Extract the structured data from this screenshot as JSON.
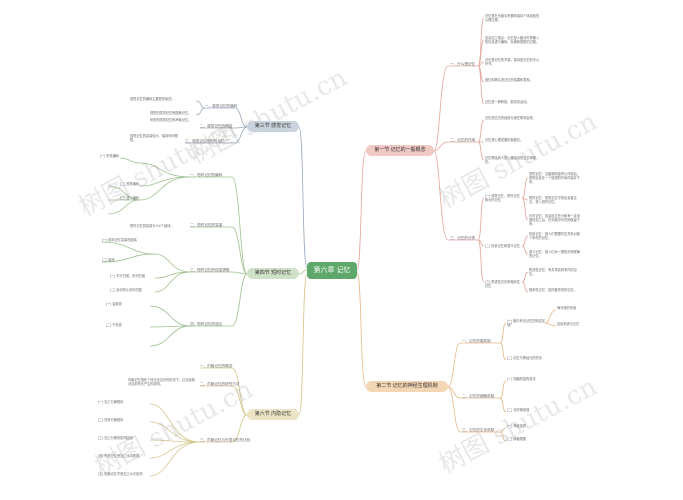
{
  "center": "第六章 记忆",
  "branches": {
    "b1": "第一节 记忆的一般概念",
    "b2": "第二节 记忆的神经生理机制",
    "b3": "第三节 感觉记忆",
    "b4": "第四节 短时记忆",
    "b5": "第六节 内隐记忆"
  },
  "b1_subs": {
    "s1": "一、什么是记忆",
    "s2": "二、记忆的作用",
    "s3": "三、记忆的分类"
  },
  "b1_leaves": {
    "l1": "记忆是在头脑中积累和保持个体经验的心理过程。",
    "l2": "信息加工观点：记忆是人脑对外界输入的信息进行编码、存储和提取的过程。",
    "l3": "识记是记忆的开端，保持是记忆的中心环节。",
    "l4": "回忆和再认是记忆的结果和表现。",
    "l5": "记忆是一种积极、能动的活动。",
    "l6": "记忆把过去的经验与现在联系起来。",
    "l7": "记忆是心理发展的奠基石。",
    "l8": "记忆联结着人的心理活动的过去和现在。",
    "l9": "(一) 感觉记忆、短时记忆和长时记忆",
    "l10": "(二) 情景记忆和语义记忆",
    "l11": "(三) 陈述性记忆和程序性记忆",
    "l12": "感觉记忆：当客观刺激停止作用后，感觉信息在一个极短的时间内保存下来。",
    "l13": "短时记忆：感觉记忆中的信息被注意，进入短时记忆。",
    "l14": "长时记忆：信息经过充分和有一定深度的加工后，在头脑中长时间保留下来。",
    "l15": "情景记忆：指人们根据时空关系对某个事件的记忆。",
    "l16": "语义记忆：指人们对一般知识和规律的记忆。",
    "l17": "陈述性记忆：有关事实和事件的记忆。",
    "l18": "程序性记忆：如何做事情的记忆。"
  },
  "b2_subs": {
    "s1": "一、记忆的脑机制",
    "s2": "二、记忆的细胞机制",
    "s3": "三、记忆的生化机制"
  },
  "b2_leaves": {
    "l1": "(一) 脑中有无记忆的特定区域？",
    "l2": "海马体的作用",
    "l3": "边缘系统与记忆",
    "l4": "(二) 记忆与神经元的关系",
    "l5": "(一) 突触的结构变化",
    "l6": "(二) 长时程增强",
    "l7": "(一) 神经递质",
    "l8": "(二) 核糖核酸"
  },
  "b3_subs": {
    "s1": "一、感觉记忆的编码",
    "s2": "二、感觉记忆的特征",
    "s3": "三、感觉记忆与短时记忆"
  },
  "b3_leaves": {
    "l1": "感觉记忆的编码主要是形象的。",
    "l2": "视觉的感觉记忆称图像记忆。",
    "l3": "听觉的感觉记忆称声像记忆。",
    "l4": "感觉记忆的容量较大，保持时间很短。"
  },
  "b4_subs": {
    "s1": "一、短时记忆的编码",
    "s2": "二、短时记忆的容量",
    "s3": "三、短时记忆的信息提取",
    "s4": "四、短时记忆的遗忘"
  },
  "b4_leaves": {
    "l1": "(一) 听觉编码",
    "l2": "(二) 视觉编码",
    "l3": "(三) 语义编码",
    "l4": "短时记忆的容量为7±2个组块。",
    "l5": "(一) 影响记忆容量的因素",
    "l6": "(二) 组块",
    "l7": "(一) 平行扫描、系列扫描",
    "l8": "(二) 自动停止系列扫描",
    "l9": "(一) 衰退说",
    "l10": "(二) 干扰说"
  },
  "b5_subs": {
    "s1": "一、内隐记忆的概念",
    "s2": "二、内隐记忆的研究方法",
    "s3": "三、内隐记忆与外显记忆的比较"
  },
  "b5_leaves": {
    "l1": "内隐记忆指在个体无法意识的情况下，过去经验对当前作业产生的影响。",
    "l2": "(一) 加工分离程序",
    "l3": "(二) 任务分离程序",
    "l4": "(三) 加工分离的影响因素",
    "l5": "(四) 外显记忆受加工水平影响",
    "l6": "(五) 内隐记忆不受加工水平影响"
  },
  "watermark": "树图 shutu.cn"
}
